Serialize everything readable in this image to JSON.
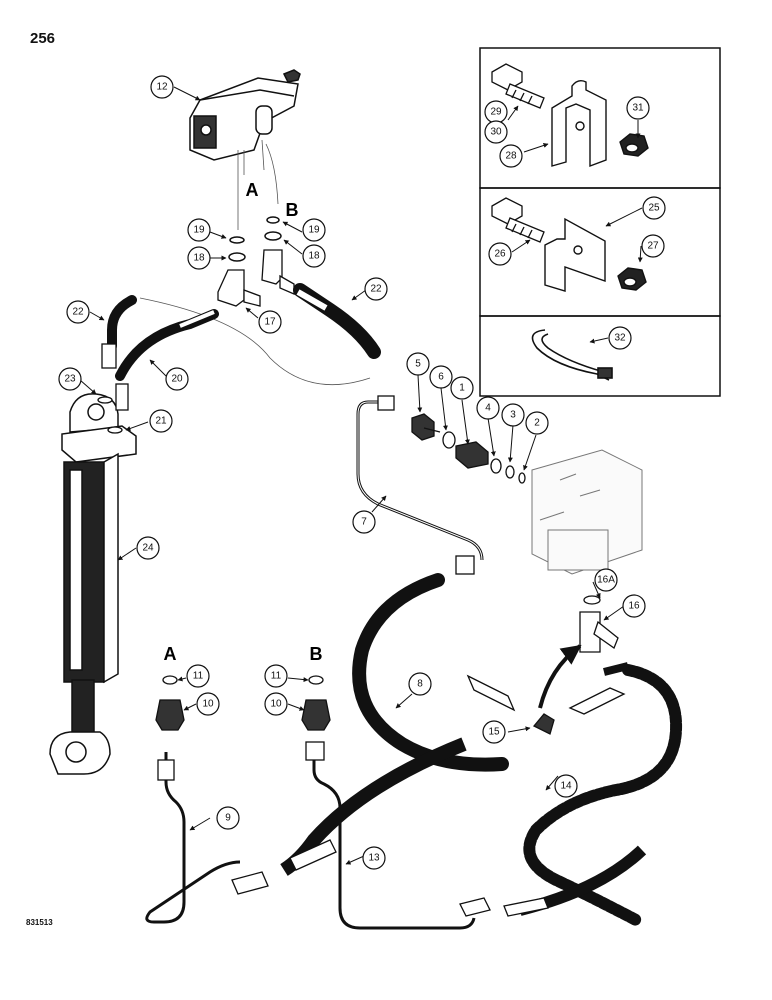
{
  "page": {
    "number": "256",
    "figure_code": "831513"
  },
  "port_labels": {
    "top_a": "A",
    "top_b": "B",
    "lower_a": "A",
    "lower_b": "B"
  },
  "callouts": [
    {
      "id": "c-12",
      "label": "12"
    },
    {
      "id": "c-19a",
      "label": "19"
    },
    {
      "id": "c-19b",
      "label": "19"
    },
    {
      "id": "c-18a",
      "label": "18"
    },
    {
      "id": "c-18b",
      "label": "18"
    },
    {
      "id": "c-17",
      "label": "17"
    },
    {
      "id": "c-22a",
      "label": "22"
    },
    {
      "id": "c-22b",
      "label": "22"
    },
    {
      "id": "c-20",
      "label": "20"
    },
    {
      "id": "c-23",
      "label": "23"
    },
    {
      "id": "c-21",
      "label": "21"
    },
    {
      "id": "c-24",
      "label": "24"
    },
    {
      "id": "c-29",
      "label": "29"
    },
    {
      "id": "c-30",
      "label": "30"
    },
    {
      "id": "c-28",
      "label": "28"
    },
    {
      "id": "c-31",
      "label": "31"
    },
    {
      "id": "c-25",
      "label": "25"
    },
    {
      "id": "c-26",
      "label": "26"
    },
    {
      "id": "c-27",
      "label": "27"
    },
    {
      "id": "c-32",
      "label": "32"
    },
    {
      "id": "c-5",
      "label": "5"
    },
    {
      "id": "c-6",
      "label": "6"
    },
    {
      "id": "c-1",
      "label": "1"
    },
    {
      "id": "c-4",
      "label": "4"
    },
    {
      "id": "c-3",
      "label": "3"
    },
    {
      "id": "c-2",
      "label": "2"
    },
    {
      "id": "c-7",
      "label": "7"
    },
    {
      "id": "c-16a",
      "label": "16A"
    },
    {
      "id": "c-16",
      "label": "16"
    },
    {
      "id": "c-11a",
      "label": "11"
    },
    {
      "id": "c-10a",
      "label": "10"
    },
    {
      "id": "c-11b",
      "label": "11"
    },
    {
      "id": "c-10b",
      "label": "10"
    },
    {
      "id": "c-8",
      "label": "8"
    },
    {
      "id": "c-15",
      "label": "15"
    },
    {
      "id": "c-14",
      "label": "14"
    },
    {
      "id": "c-9",
      "label": "9"
    },
    {
      "id": "c-13",
      "label": "13"
    }
  ],
  "colors": {
    "ink": "#111111",
    "hose": "#141414",
    "faint": "#cfcfcf"
  }
}
